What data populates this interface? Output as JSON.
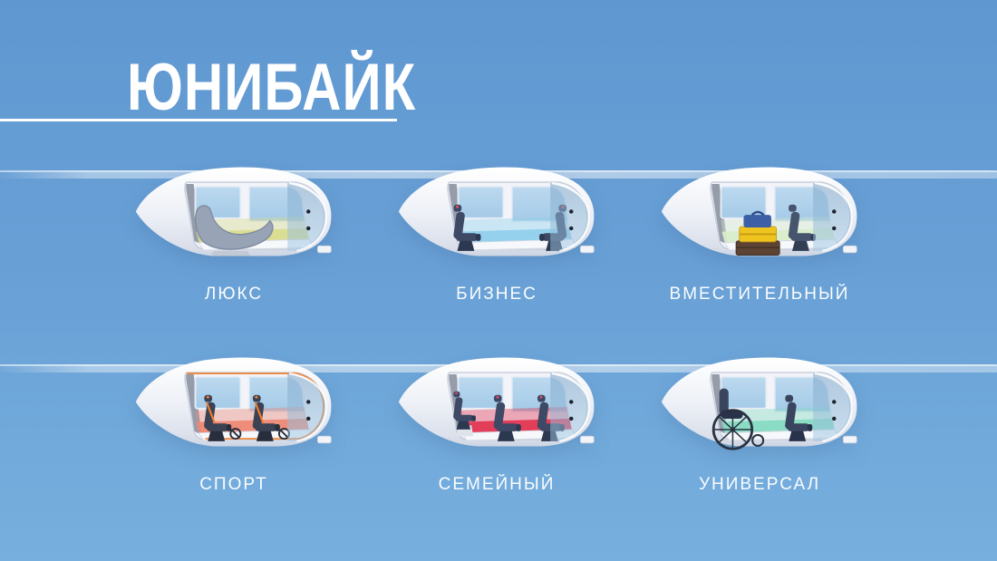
{
  "slide": {
    "title": "ЮНИБАЙК",
    "title_color": "#ffffff",
    "underline_color": "#ffffff",
    "background_top": "#5f97d1",
    "background_bottom": "#77b0de",
    "rail_color": "#ffffff",
    "label_color": "#ffffff"
  },
  "pods": [
    {
      "label": "ЛЮКС",
      "variant": "lounge-chair",
      "floor_color": "#d9db8d",
      "seat_color": "#99a3b6",
      "seat_dark": "#7e8a9f",
      "accent_color": "#c3c9d4"
    },
    {
      "label": "БИЗНЕС",
      "variant": "facing-seats",
      "floor_color": "#8fcfec",
      "seat_color": "#3d4965",
      "seat_dark": "#2c3750",
      "accent_color": "#e04a55"
    },
    {
      "label": "ВМЕСТИТЕЛЬНЫЙ",
      "variant": "luggage-and-seat",
      "floor_color": "#d8ecca",
      "seat_color": "#46546e",
      "seat_dark": "#323e54",
      "accent_color": "#f0c41f",
      "luggage_colors": {
        "top": "#3c5fa6",
        "middle": "#f0c41f",
        "bottom": "#5d4333"
      }
    },
    {
      "label": "СПОРТ",
      "variant": "sport-seats",
      "floor_color": "#ee8774",
      "seat_color": "#3a4254",
      "seat_dark": "#282e3c",
      "accent_color": "#f07c2b"
    },
    {
      "label": "СЕМЕЙНЫЙ",
      "variant": "family-seats",
      "floor_color": "#e23450",
      "seat_color": "#3d4965",
      "seat_dark": "#2c3750",
      "accent_color": "#d94a63"
    },
    {
      "label": "УНИВЕРСАЛ",
      "variant": "wheelchair-and-seat",
      "floor_color": "#84dac1",
      "seat_color": "#39455f",
      "seat_dark": "#28324a",
      "accent_color": "#2a3342"
    }
  ]
}
